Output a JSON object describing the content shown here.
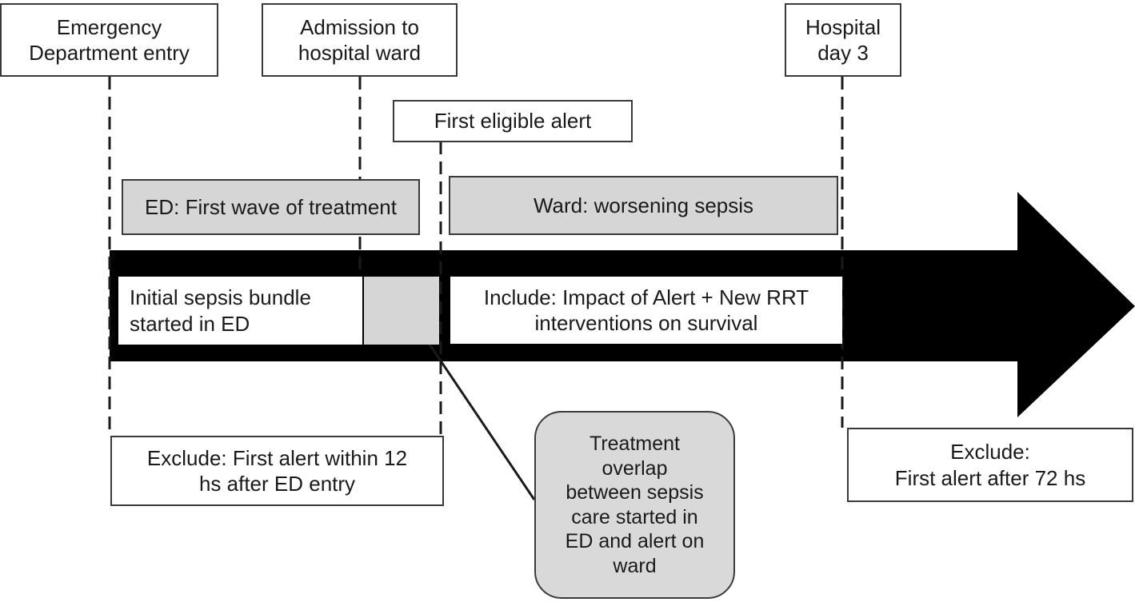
{
  "milestones": {
    "ed_entry": [
      "Emergency",
      "Department entry"
    ],
    "ward_admission": [
      "Admission to",
      "hospital ward"
    ],
    "first_alert": [
      "First eligible alert"
    ],
    "hospital_day3": [
      "Hospital",
      "day 3"
    ]
  },
  "phases": {
    "ed_wave": "ED: First wave of treatment",
    "ward_worsening": "Ward: worsening sepsis"
  },
  "arrow": {
    "initial_bundle": [
      "Initial sepsis bundle",
      "started in ED"
    ],
    "include": [
      "Include: Impact of Alert + New RRT",
      "interventions on survival"
    ]
  },
  "exclusions": {
    "early": [
      "Exclude: First alert within 12",
      "hs after ED entry"
    ],
    "late": [
      "Exclude:",
      "First alert after 72 hs"
    ]
  },
  "callout": {
    "overlap": [
      "Treatment",
      "overlap",
      "between sepsis",
      "care started in",
      "ED and alert on",
      "ward"
    ]
  },
  "colors": {
    "arrow": "#000000",
    "shaded_box": "#d6d6d6",
    "border": "#3a3a3a"
  }
}
